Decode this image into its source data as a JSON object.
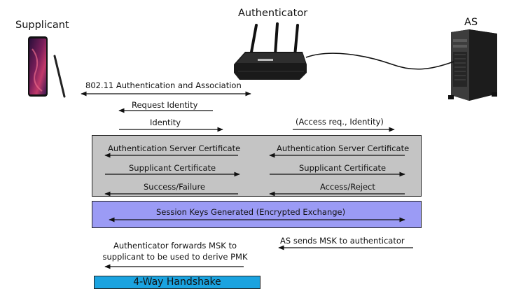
{
  "actors": {
    "supplicant": "Supplicant",
    "authenticator": "Authenticator",
    "as": "AS"
  },
  "messages": {
    "auth_assoc": "802.11 Authentication and Association",
    "request_identity": "Request Identity",
    "identity": "Identity",
    "access_req": "(Access req., Identity)",
    "as_cert_left": "Authentication Server Certificate",
    "as_cert_right": "Authentication Server Certificate",
    "supp_cert_left": "Supplicant Certificate",
    "supp_cert_right": "Supplicant Certificate",
    "success_failure": "Success/Failure",
    "access_reject": "Access/Reject",
    "session_keys": "Session Keys Generated (Encrypted Exchange)",
    "msk_forward_line1": "Authenticator forwards MSK to",
    "msk_forward_line2": "supplicant to be used to derive PMK",
    "as_sends_msk": "AS sends MSK to authenticator",
    "handshake": "4-Way Handshake"
  },
  "colors": {
    "tls_box": "#c4c4c4",
    "session_box": "#9b9bf5",
    "handshake_box": "#1aa3e0"
  },
  "icons": [
    "smartphone-icon",
    "router-icon",
    "server-tower-icon"
  ]
}
